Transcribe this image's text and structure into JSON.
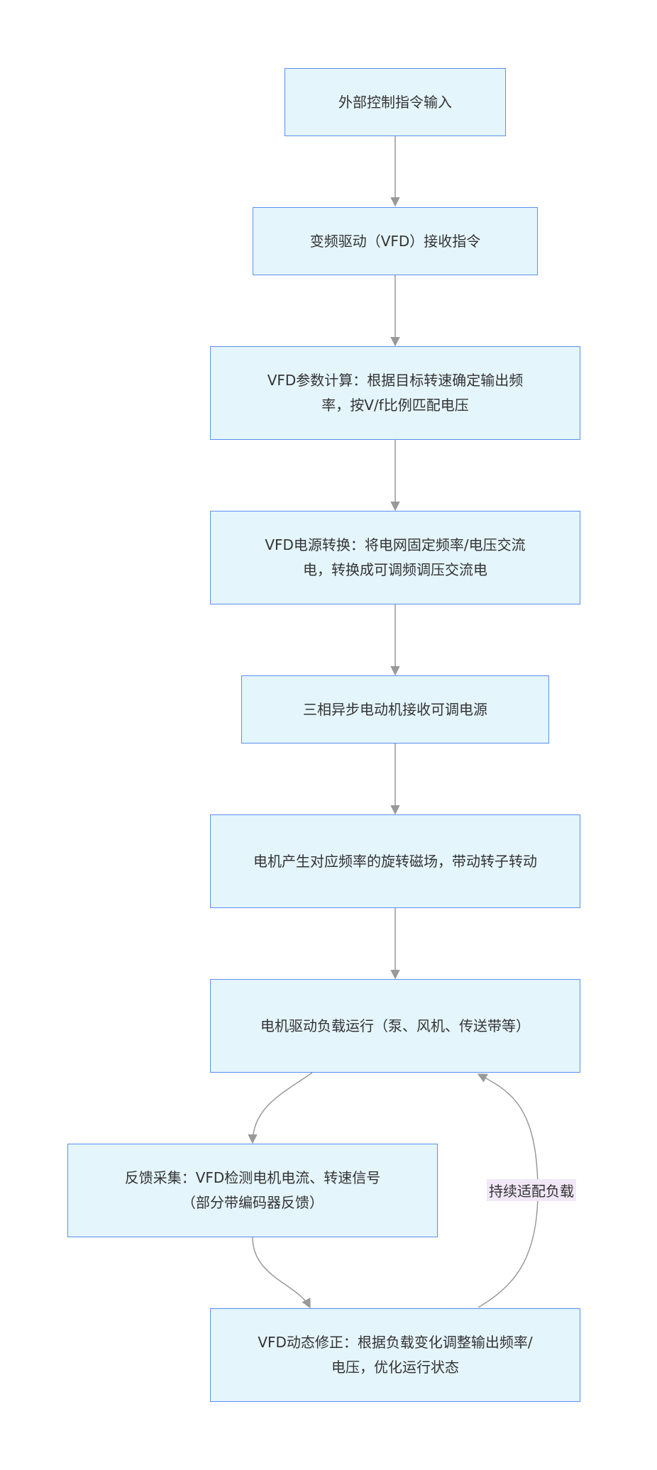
{
  "nodes": [
    {
      "id": "n1",
      "text": "外部控制指令输入"
    },
    {
      "id": "n2",
      "text": "变频驱动（VFD）接收指令"
    },
    {
      "id": "n3",
      "text": "VFD参数计算：根据目标转速确定输出频率，按V/f比例匹配电压"
    },
    {
      "id": "n4",
      "text": "VFD电源转换：将电网固定频率/电压交流电，转换成可调频调压交流电"
    },
    {
      "id": "n5",
      "text": "三相异步电动机接收可调电源"
    },
    {
      "id": "n6",
      "text": "电机产生对应频率的旋转磁场，带动转子转动"
    },
    {
      "id": "n7",
      "text": "电机驱动负载运行（泵、风机、传送带等）"
    },
    {
      "id": "n8",
      "text": "反馈采集：VFD检测电机电流、转速信号（部分带编码器反馈）"
    },
    {
      "id": "n9",
      "text": "VFD动态修正：根据负载变化调整输出频率/电压，优化运行状态"
    }
  ],
  "edges": [
    {
      "from": "n1",
      "to": "n2"
    },
    {
      "from": "n2",
      "to": "n3"
    },
    {
      "from": "n3",
      "to": "n4"
    },
    {
      "from": "n4",
      "to": "n5"
    },
    {
      "from": "n5",
      "to": "n6"
    },
    {
      "from": "n6",
      "to": "n7"
    },
    {
      "from": "n7",
      "to": "n8"
    },
    {
      "from": "n8",
      "to": "n9"
    },
    {
      "from": "n9",
      "to": "n7",
      "label": "持续适配负载"
    }
  ],
  "colors": {
    "node_fill": "#e4f5fc",
    "node_border": "#5b8ff0",
    "edge": "#999999",
    "arrowhead": "#999999",
    "edge_label_bg": "#f1e7f7"
  }
}
